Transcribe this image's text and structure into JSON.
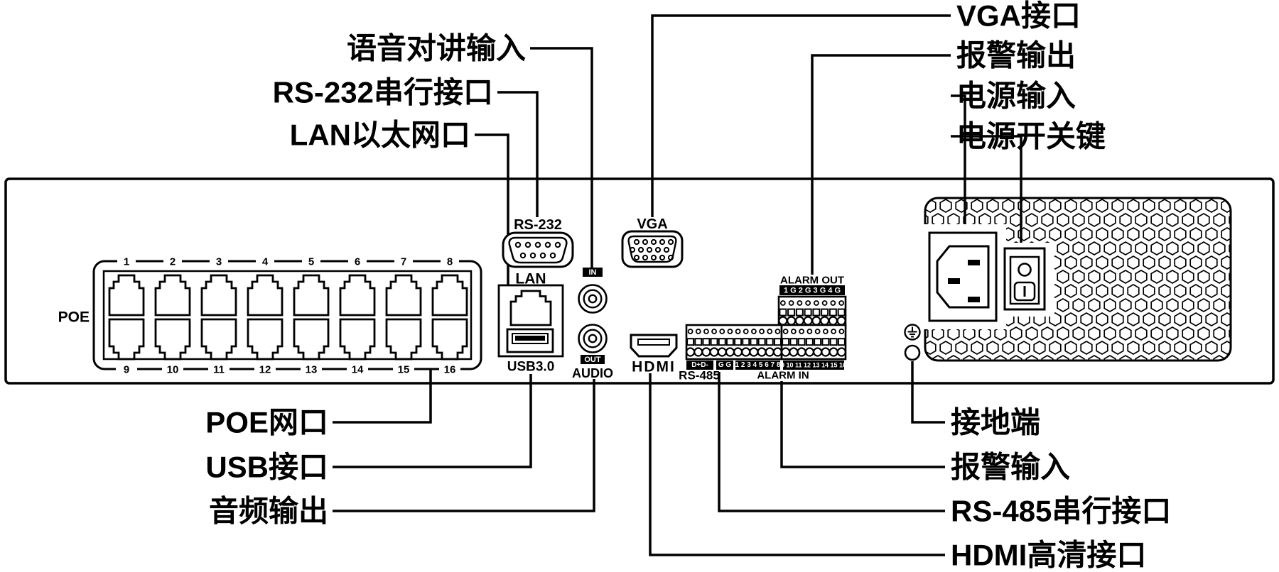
{
  "colors": {
    "line": "#000000",
    "background": "#ffffff"
  },
  "callouts": {
    "voice_intercom_in": "语音对讲输入",
    "rs232_serial": "RS-232串行接口",
    "lan_ethernet": "LAN以太网口",
    "vga": "VGA接口",
    "alarm_out": "报警输出",
    "power_in": "电源输入",
    "power_switch": "电源开关键",
    "poe_ports": "POE网口",
    "usb": "USB接口",
    "audio_out": "音频输出",
    "ground": "接地端",
    "alarm_in": "报警输入",
    "rs485_serial": "RS-485串行接口",
    "hdmi": "HDMI高清接口"
  },
  "panel": {
    "poe": {
      "group_label": "POE",
      "port_numbers_top": [
        "1",
        "2",
        "3",
        "4",
        "5",
        "6",
        "7",
        "8"
      ],
      "port_numbers_bottom": [
        "9",
        "10",
        "11",
        "12",
        "13",
        "14",
        "15",
        "16"
      ]
    },
    "rs232": {
      "label": "RS-232"
    },
    "lan": {
      "label": "LAN",
      "usb_label": "USB3.0"
    },
    "audio": {
      "in_label": "IN",
      "out_label": "OUT",
      "label": "AUDIO"
    },
    "vga": {
      "label": "VGA"
    },
    "hdmi": {
      "logo": "HDMI"
    },
    "alarm_out": {
      "label": "ALARM OUT",
      "terminals": "1 G 2 G 3 G 4 G"
    },
    "rs485": {
      "label": "RS-485",
      "terminals": "D+D-",
      "ground_terminals": "G G"
    },
    "alarm_in": {
      "label": "ALARM IN",
      "terminals_1_8": "1 2 3 4 5 6 7 8",
      "terminals_9_16": "9 10 11 12 13 14 15 16"
    }
  }
}
